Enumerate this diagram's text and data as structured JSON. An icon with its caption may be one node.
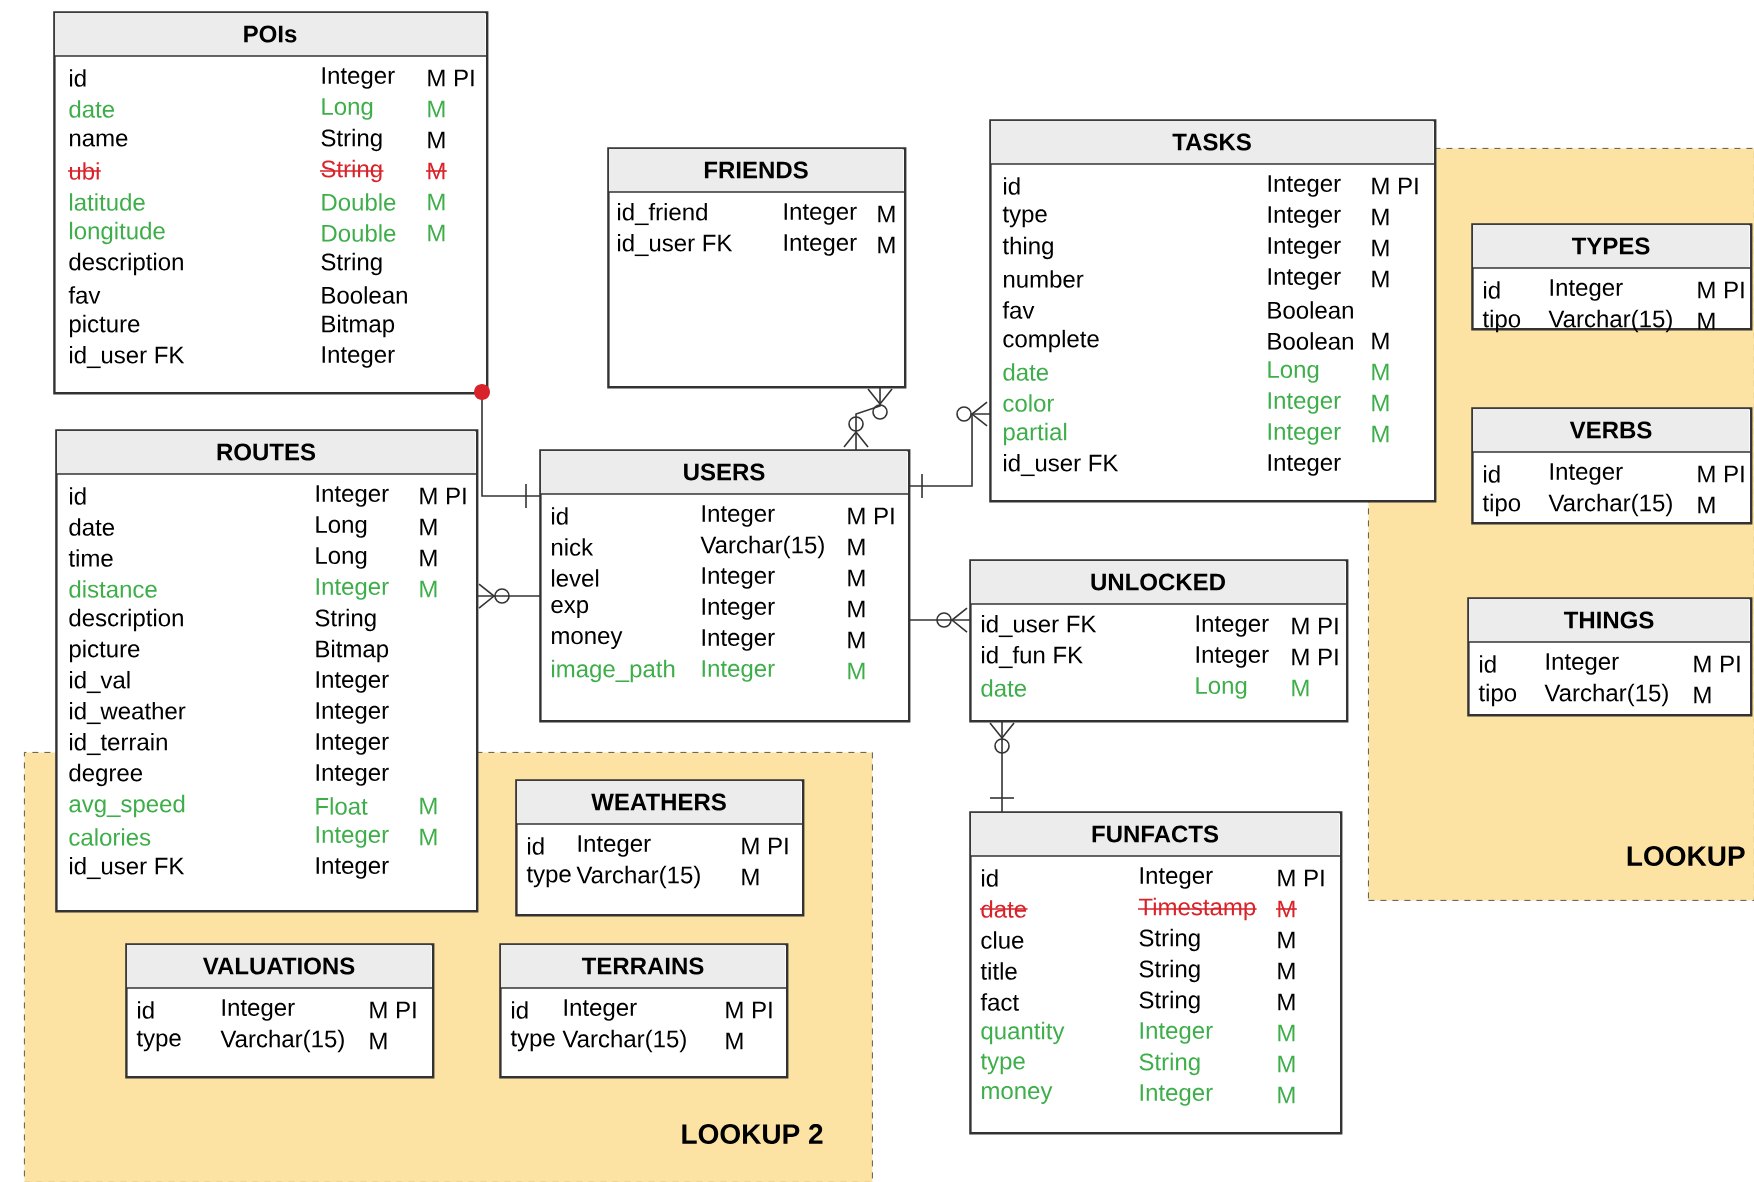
{
  "diagram": {
    "nodes": [
      {
        "text": [
          "POIs",
          "id",
          "Integer",
          "M PI",
          "date",
          "Long",
          "M",
          "name",
          "String",
          "M",
          "ubi",
          "String",
          "M",
          "latitude",
          "Double",
          "M",
          "longitude",
          "Double",
          "M",
          "description",
          "String",
          "fav",
          "Boolean",
          "picture",
          "Bitmap",
          "id_user FK",
          "Integer"
        ]
      },
      {
        "text": [
          "FRIENDS",
          "id_friend",
          "Integer",
          "M",
          "id_user FK",
          "Integer",
          "M"
        ]
      },
      {
        "text": [
          "TASKS",
          "id",
          "Integer",
          "M PI",
          "type",
          "Integer",
          "M",
          "thing",
          "Integer",
          "M",
          "number",
          "Integer",
          "M",
          "fav",
          "Boolean",
          "complete",
          "Boolean",
          "M",
          "date",
          "Long",
          "M",
          "color",
          "Integer",
          "M",
          "partial",
          "Integer",
          "M",
          "id_user FK",
          "Integer"
        ]
      },
      {
        "text": [
          "LOOKUP"
        ]
      },
      {
        "text": [
          "TYPES",
          "id",
          "Integer",
          "M PI",
          "tipo",
          "Varchar(15)",
          "M"
        ],
        "in": 3
      },
      {
        "text": [
          "VERBS",
          "id",
          "Integer",
          "M PI",
          "tipo",
          "Varchar(15)",
          "M"
        ],
        "in": 3
      },
      {
        "text": [
          "THINGS",
          "id",
          "Integer",
          "M PI",
          "tipo",
          "Varchar(15)",
          "M"
        ],
        "in": 3
      },
      {
        "text": [
          "ROUTES",
          "id",
          "Integer",
          "M PI",
          "date",
          "Long",
          "M",
          "time",
          "Long",
          "M",
          "distance",
          "Integer",
          "M",
          "description",
          "String",
          "picture",
          "Bitmap",
          "id_val",
          "Integer",
          "id_weather",
          "Integer",
          "id_terrain",
          "Integer",
          "degree",
          "Integer",
          "avg_speed",
          "Float",
          "M",
          "calories",
          "Integer",
          "M",
          "id_user FK",
          "Integer"
        ]
      },
      {
        "text": [
          "USERS",
          "id",
          "Integer",
          "M PI",
          "nick",
          "Varchar(15)",
          "M",
          "level",
          "Integer",
          "M",
          "exp",
          "Integer",
          "M",
          "money",
          "Integer",
          "M",
          "image_path",
          "Integer",
          "M"
        ]
      },
      {
        "text": [
          "UNLOCKED",
          "id_user FK",
          "Integer",
          "M PI",
          "id_fun FK",
          "Integer",
          "M PI",
          "date",
          "Long",
          "M"
        ]
      },
      {
        "text": [
          "LOOKUP 2"
        ]
      },
      {
        "text": [
          "WEATHERS",
          "id",
          "Integer",
          "M PI",
          "type",
          "Varchar(15)",
          "M"
        ],
        "in": 10
      },
      {
        "text": [
          "FUNFACTS",
          "id",
          "Integer",
          "M PI",
          "date",
          "Timestamp",
          "M",
          "clue",
          "String",
          "M",
          "title",
          "String",
          "M",
          "fact",
          "String",
          "M",
          "quantity",
          "Integer",
          "M",
          "type",
          "String",
          "M",
          "money",
          "Integer",
          "M"
        ]
      },
      {
        "text": [
          "VALUATIONS",
          "id",
          "Integer",
          "M PI",
          "type",
          "Varchar(15)",
          "M"
        ],
        "in": 10
      },
      {
        "text": [
          "TERRAINS",
          "id",
          "Integer",
          "M PI",
          "type",
          "Varchar(15)",
          "M"
        ],
        "in": 10
      }
    ],
    "edges": [
      {
        "from": 0,
        "to": 8,
        "arrow": "other"
      },
      {
        "from": 7,
        "to": 8,
        "arrow": "other"
      },
      {
        "from": 1,
        "to": 8,
        "arrow": "other"
      },
      {
        "from": 8,
        "to": 2,
        "arrow": "other"
      },
      {
        "from": 8,
        "to": 9,
        "arrow": "other"
      },
      {
        "from": 9,
        "to": 12,
        "arrow": "other"
      }
    ]
  }
}
